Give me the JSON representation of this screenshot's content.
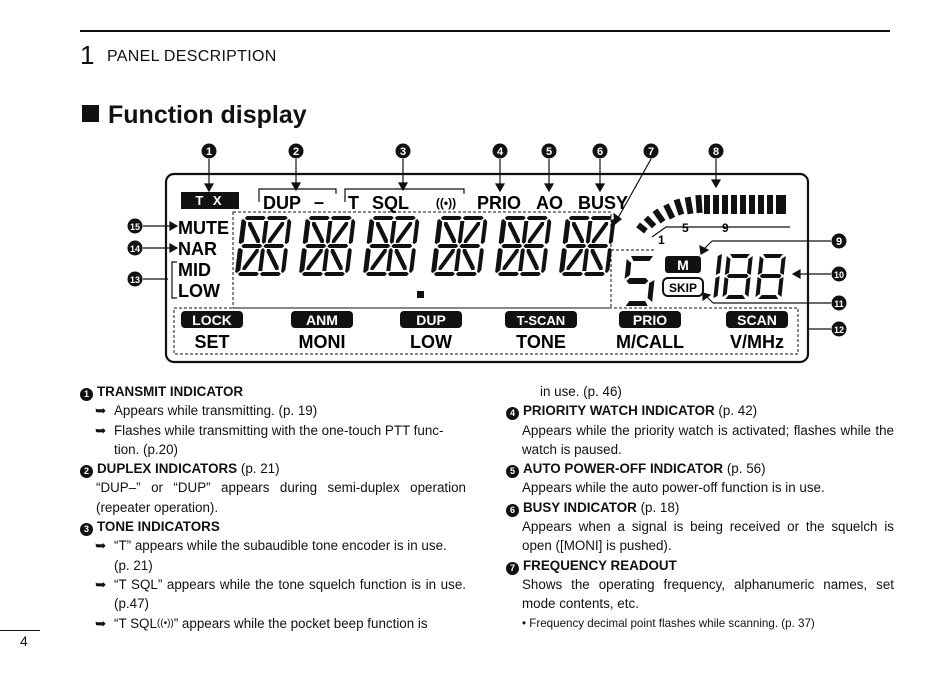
{
  "header": {
    "section_number": "1",
    "section_title": "PANEL DESCRIPTION"
  },
  "title": "Function display",
  "display": {
    "callouts": [
      "1",
      "2",
      "3",
      "4",
      "5",
      "6",
      "7",
      "8",
      "9",
      "10",
      "11",
      "12",
      "13",
      "14",
      "15"
    ],
    "top_indicators": {
      "tx": "T X",
      "dup": "DUP",
      "dup_minus": "–",
      "t": "T",
      "sql": "SQL",
      "beep": "((•))",
      "prio": "PRIO",
      "ao": "AO",
      "busy": "BUSY"
    },
    "left_indicators": {
      "mute": "MUTE",
      "nar": "NAR",
      "mid": "MID",
      "low": "LOW"
    },
    "s_meter_scale": [
      "1",
      "5",
      "9"
    ],
    "memory": {
      "m": "M",
      "skip": "SKIP"
    },
    "bottom_badges": [
      "LOCK",
      "ANM",
      "DUP",
      "T-SCAN",
      "PRIO",
      "SCAN"
    ],
    "bottom_labels": [
      "SET",
      "MONI",
      "LOW",
      "TONE",
      "M/CALL",
      "V/MHz"
    ]
  },
  "left_column": {
    "item1": {
      "num": "1",
      "title": "TRANSMIT INDICATOR",
      "bullets": [
        "Appears while transmitting. (p. 19)",
        "Flashes while transmitting with the one-touch PTT func-"
      ],
      "bullet2_cont": "tion. (p.20)"
    },
    "item2": {
      "num": "2",
      "title": "DUPLEX INDICATORS",
      "ref": "(p. 21)",
      "body": "“DUP–” or “DUP” appears during semi-duplex operation (repeater operation)."
    },
    "item3": {
      "num": "3",
      "title": "TONE INDICATORS",
      "b1": "“T” appears while the subaudible tone encoder is in use.",
      "b1_cont": "(p. 21)",
      "b2": "“T SQL” appears while the tone squelch function is in use. (p.47)",
      "b3_pre": "“T SQL",
      "b3_icon": "((•))",
      "b3_post": "” appears while the pocket beep function is"
    },
    "arrow": "➥"
  },
  "right_column": {
    "cont": "in use. (p. 46)",
    "item4": {
      "num": "4",
      "title": "PRIORITY WATCH INDICATOR",
      "ref": "(p. 42)",
      "body": "Appears while the priority watch is activated; flashes while the watch is paused."
    },
    "item5": {
      "num": "5",
      "title": "AUTO POWER-OFF INDICATOR",
      "ref": "(p. 56)",
      "body": "Appears while the auto power-off function is in use."
    },
    "item6": {
      "num": "6",
      "title": "BUSY INDICATOR",
      "ref": "(p. 18)",
      "body": "Appears when a signal is being received or the squelch is open ([MONI] is pushed)."
    },
    "item7": {
      "num": "7",
      "title": "FREQUENCY READOUT",
      "body": "Shows the operating frequency, alphanumeric names, set mode contents, etc.",
      "note": "• Frequency decimal point flashes while scanning. (p. 37)"
    }
  },
  "page_number": "4"
}
